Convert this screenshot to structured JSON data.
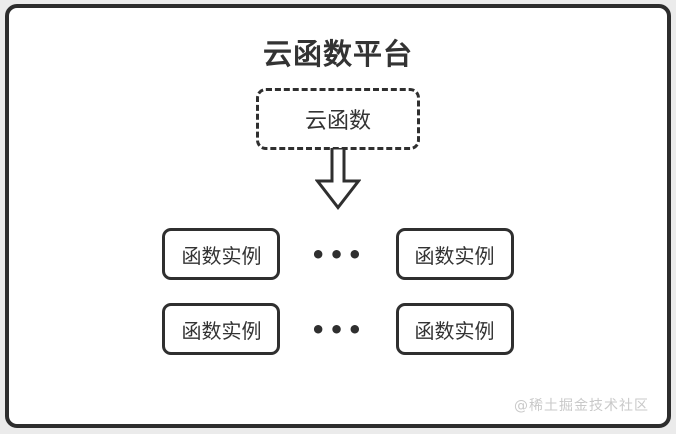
{
  "colors": {
    "page_bg": "#ebebeb",
    "card_bg": "#ffffff",
    "ink": "#2f2f2f",
    "text": "#333333",
    "watermark": "#c9c9c9"
  },
  "diagram": {
    "title": "云函数平台",
    "cloud": {
      "label": "云函数"
    },
    "arrow_icon": "down-block-arrow",
    "ellipsis": "•••",
    "instances": [
      "函数实例",
      "函数实例",
      "函数实例",
      "函数实例"
    ],
    "watermark": "@稀土掘金技术社区"
  }
}
